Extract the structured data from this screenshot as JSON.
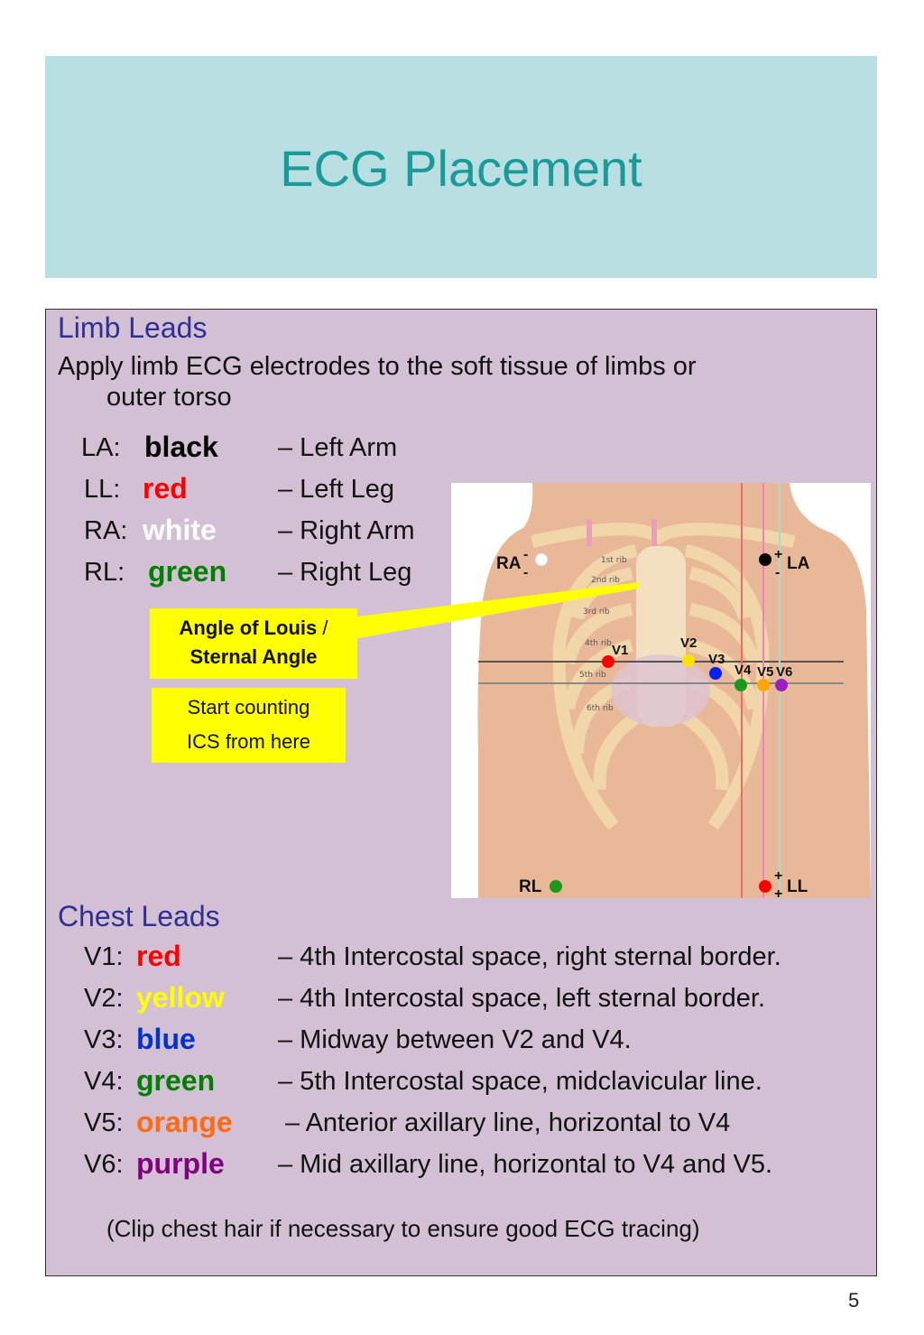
{
  "title": "ECG Placement",
  "limb": {
    "heading": "Limb Leads",
    "intro_1": "Apply limb ECG electrodes to the soft tissue of limbs  or",
    "intro_2": "outer torso",
    "leads": [
      {
        "code": "LA:",
        "color_name": "black",
        "color": "#000000",
        "desc": "– Left Arm"
      },
      {
        "code": "LL:",
        "color_name": "red",
        "color": "#ff0000",
        "desc": "– Left Leg"
      },
      {
        "code": "RA:",
        "color_name": "white",
        "color": "#ffffff",
        "desc": "– Right Arm"
      },
      {
        "code": "RL:",
        "color_name": "green",
        "color": "#008000",
        "desc": "– Right Leg"
      }
    ]
  },
  "callouts": {
    "angle_1": "Angle of Louis",
    "angle_slash": " /",
    "angle_2": "Sternal Angle",
    "start_1": "Start counting",
    "start_2": "ICS from here"
  },
  "diagram": {
    "labels": {
      "ra": "RA",
      "la": "LA",
      "rl": "RL",
      "ll": "LL",
      "v1": "V1",
      "v2": "V2",
      "v3": "V3",
      "v4": "V4",
      "v5": "V5",
      "v6": "V6"
    },
    "ribs": [
      "1st rib",
      "2nd rib",
      "3rd rib",
      "4th rib",
      "5th rib",
      "6th rib"
    ],
    "signs": {
      "plus": "+",
      "minus": "-"
    }
  },
  "chest": {
    "heading": "Chest Leads",
    "leads": [
      {
        "code": "V1:",
        "color_name": "red",
        "color": "#ff0000",
        "desc": "– 4th Intercostal space, right sternal border."
      },
      {
        "code": "V2:",
        "color_name": "yellow",
        "color": "#ffff00",
        "desc": "– 4th Intercostal space, left sternal border."
      },
      {
        "code": "V3:",
        "color_name": "blue",
        "color": "#0033cc",
        "desc": "– Midway between V2 and V4."
      },
      {
        "code": "V4:",
        "color_name": "green",
        "color": "#008000",
        "desc": "– 5th Intercostal space, midclavicular line."
      },
      {
        "code": "V5:",
        "color_name": "orange",
        "color": "#ff6a13",
        "desc": "– Anterior axillary line, horizontal to V4"
      },
      {
        "code": "V6:",
        "color_name": "purple",
        "color": "#800080",
        "desc": "– Mid axillary line, horizontal to V4 and V5."
      }
    ],
    "note": "(Clip chest hair if necessary to ensure good ECG tracing)"
  },
  "page_number": "5"
}
